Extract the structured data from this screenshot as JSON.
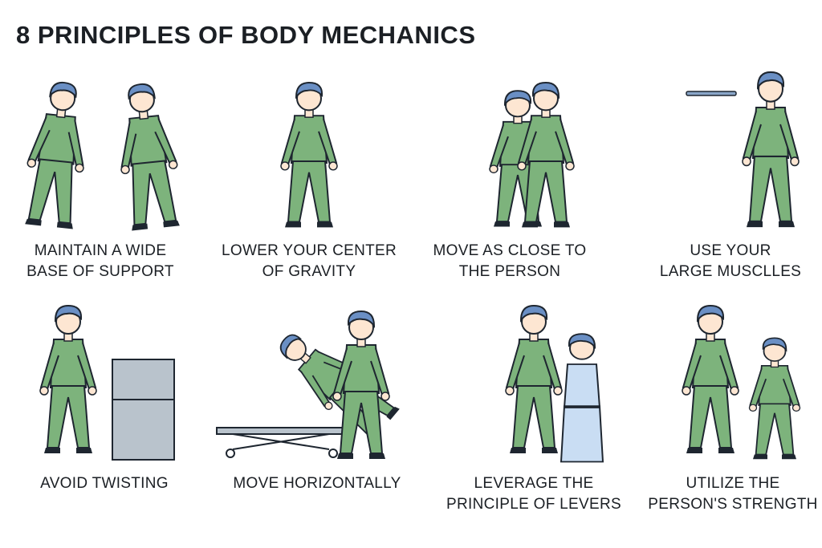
{
  "title": "8 PRINCIPLES OF BODY MECHANICS",
  "colors": {
    "scrubs": "#7db37c",
    "hair": "#6a8fc4",
    "skin": "#fde6d2",
    "outline": "#1e2630",
    "patient": "#c9ddf3",
    "cabinet": "#b9c3cc"
  },
  "principles": [
    {
      "line1": "MAINTAIN A WIDE",
      "line2": "BASE OF SUPPORT",
      "icon": "two-caregivers-wide-stance"
    },
    {
      "line1": "LOWER YOUR CENTER",
      "line2": "OF GRAVITY",
      "icon": "caregiver-squat"
    },
    {
      "line1": "MOVE AS CLOSE TO",
      "line2": "THE PERSON",
      "icon": "caregiver-hugging-person"
    },
    {
      "line1": "USE YOUR",
      "line2": "LARGE MUSCLLES",
      "icon": "caregiver-holding-tray"
    },
    {
      "line1": "AVOID TWISTING",
      "line2": "",
      "icon": "caregiver-pushing-cabinet"
    },
    {
      "line1": "MOVE HORIZONTALLY",
      "line2": "",
      "icon": "caregivers-with-stretcher"
    },
    {
      "line1": "LEVERAGE THE",
      "line2": "PRINCIPLE OF LEVERS",
      "icon": "caregiver-lifting-patient"
    },
    {
      "line1": "UTILIZE THE",
      "line2": "PERSON'S STRENGTH",
      "icon": "caregiver-assisting-kneeling-person"
    }
  ]
}
